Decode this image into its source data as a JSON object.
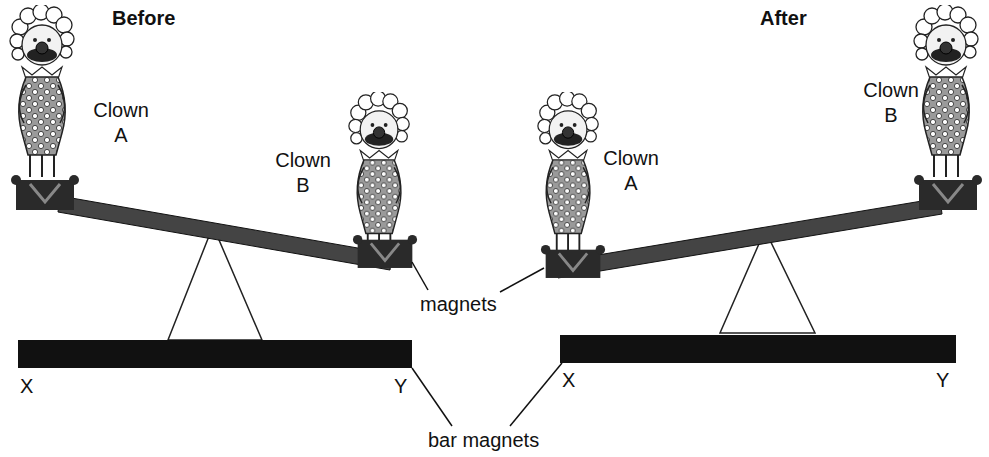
{
  "diagram": {
    "labels": [
      "Before",
      "Clown A",
      "Clown B",
      "X",
      "Y",
      "After",
      "Clown A",
      "Clown B",
      "X",
      "Y",
      "magnets",
      "bar magnets"
    ]
  }
}
